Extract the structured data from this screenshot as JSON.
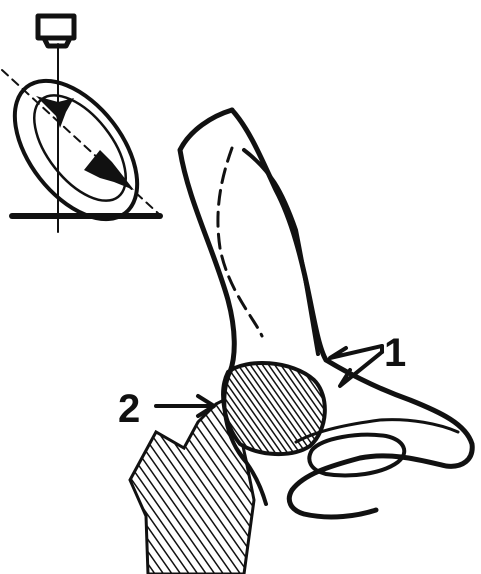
{
  "diagram": {
    "labels": [
      {
        "id": "1",
        "text": "1"
      },
      {
        "id": "2",
        "text": "2"
      }
    ]
  },
  "colors": {
    "ink": "#111111",
    "background": "#ffffff"
  }
}
